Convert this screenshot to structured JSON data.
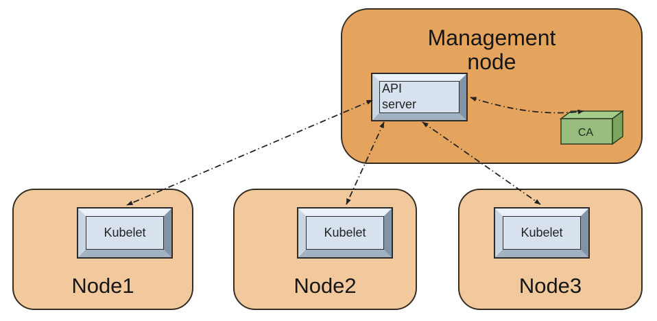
{
  "management_node": {
    "title": {
      "line1": "Management",
      "line2": "node"
    },
    "api_server": {
      "line1": "API",
      "line2": "server"
    },
    "ca_label": "CA"
  },
  "nodes": [
    {
      "name": "Node1",
      "kubelet": "Kubelet"
    },
    {
      "name": "Node2",
      "kubelet": "Kubelet"
    },
    {
      "name": "Node3",
      "kubelet": "Kubelet"
    }
  ],
  "connections": [
    {
      "from": "Kubelet (Node1)",
      "to": "API server",
      "bidirectional": true,
      "style": "dash-dot"
    },
    {
      "from": "Kubelet (Node2)",
      "to": "API server",
      "bidirectional": true,
      "style": "dash-dot"
    },
    {
      "from": "Kubelet (Node3)",
      "to": "API server",
      "bidirectional": true,
      "style": "dash-dot"
    },
    {
      "from": "API server",
      "to": "CA",
      "bidirectional": true,
      "style": "dash-dot"
    }
  ],
  "colors": {
    "management_fill": "#E4A45E",
    "worker_fill": "#F2C99C",
    "box_face": "#D8E2EF",
    "ca_front": "#96BD7D",
    "ca_top": "#A6CC8C",
    "ca_side": "#7BA561",
    "arrow": "#222222",
    "outline": "#332d24"
  }
}
